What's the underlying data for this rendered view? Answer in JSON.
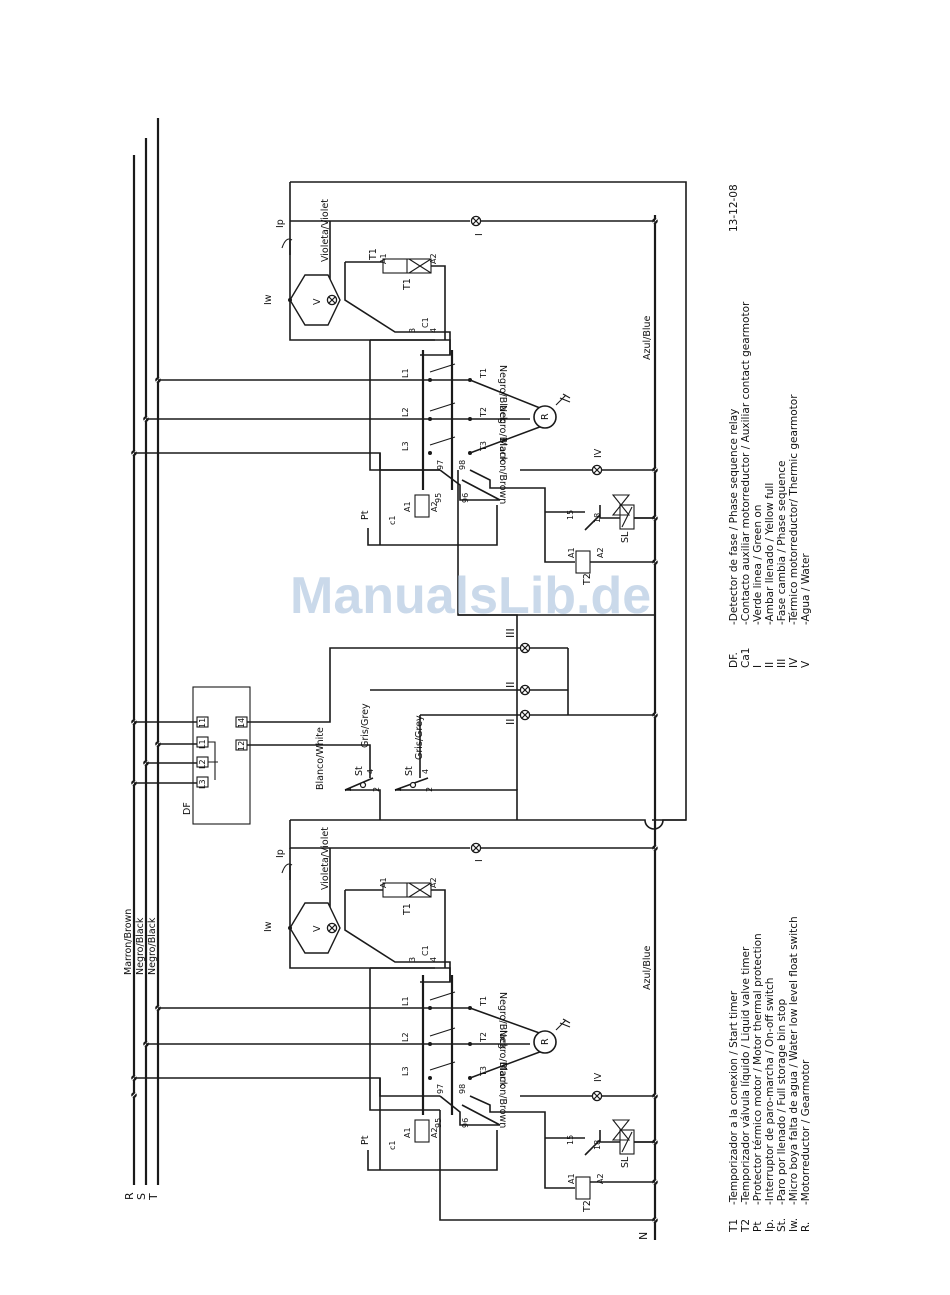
{
  "watermark": "ManualsLib.de",
  "date": "13-12-08",
  "supply": {
    "R": "R",
    "S": "S",
    "T": "T",
    "N": "N",
    "wire_r": "Marron/Brown",
    "wire_s": "Negro/Black",
    "wire_t": "Negro/Black"
  },
  "unit": {
    "L1": "L1",
    "L2": "L2",
    "L3": "L3",
    "T1": "T1",
    "T2": "T2",
    "T3": "T3",
    "n97": "97",
    "n98": "98",
    "n95": "95",
    "n96": "96",
    "A1": "A1",
    "A2": "A2",
    "c1": "c1",
    "Pt": "Pt",
    "Ip": "Ip",
    "Iw": "Iw",
    "V": "V",
    "R": "R",
    "T1_timer": "T1",
    "T2_timer": "T2",
    "SL": "SL",
    "n15": "15",
    "n18": "18",
    "C1": "C1",
    "n3": "3",
    "n4": "4",
    "brown": "Marron/Brown",
    "black": "Negro/Black",
    "violet": "Violeta/Violet",
    "blue": "Azul/Blue",
    "lamp_I": "I",
    "lamp_IV": "IV"
  },
  "center": {
    "DF": "DF",
    "L1": "L1",
    "L2": "L2",
    "L3": "L3",
    "n11": "11",
    "n12": "12",
    "n14": "14",
    "St": "St",
    "n1": "1",
    "n2": "2",
    "n4": "4",
    "white": "Blanco/White",
    "grey": "Gris/Grey",
    "lamp_II": "II",
    "lamp_III": "III"
  },
  "legend_left": [
    {
      "code": "T1",
      "text": "-Temporizador a la conexion / Start timer"
    },
    {
      "code": "T2",
      "text": "-Temporizador válvula líquido / Liquid valve timer"
    },
    {
      "code": "Pt",
      "text": "-Protector térmico motor / Motor thermal protection"
    },
    {
      "code": "Ip.",
      "text": "-Interruptor de paro-marcha / On-off switch"
    },
    {
      "code": "St.",
      "text": "-Paro por llenado / Full storage bin stop"
    },
    {
      "code": "Iw.",
      "text": "-Micro boya falta de agua / Water low level float switch"
    },
    {
      "code": "R.",
      "text": "-Motorreductor / Gearmotor"
    }
  ],
  "legend_right": [
    {
      "code": "DF.",
      "text": "-Detector de fase / Phase sequence relay"
    },
    {
      "code": "Ca1",
      "text": "-Contacto auxiliar motorreductor / Auxiliar contact gearmotor"
    },
    {
      "code": "I",
      "text": "-Verde linea / Green on"
    },
    {
      "code": "II",
      "text": "-Ambar llenado / Yellow full"
    },
    {
      "code": "III",
      "text": "-Fase cambia / Phase sequence"
    },
    {
      "code": "IV",
      "text": "-Térmico motorreductor/ Thermic gearmotor"
    },
    {
      "code": "V",
      "text": "-Agua / Water"
    }
  ]
}
